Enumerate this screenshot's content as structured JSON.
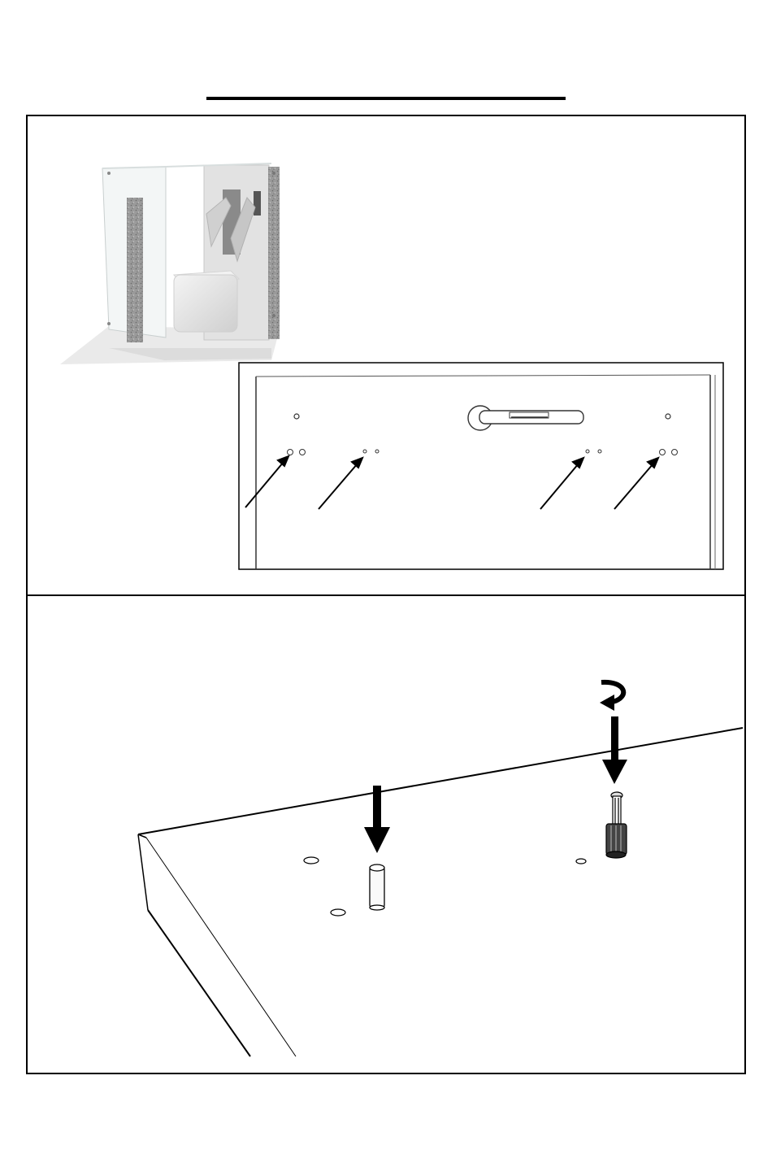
{
  "page": {
    "heading": "",
    "accent_color": "#000000"
  },
  "step_1": {
    "product_view": "booth-render",
    "detail_view": "panel-hole-detail",
    "arrow_count": 4
  },
  "step_2": {
    "parts": [
      "dowel-pin",
      "cam-bolt"
    ],
    "actions": [
      "press-down-icon",
      "rotate-icon"
    ]
  }
}
